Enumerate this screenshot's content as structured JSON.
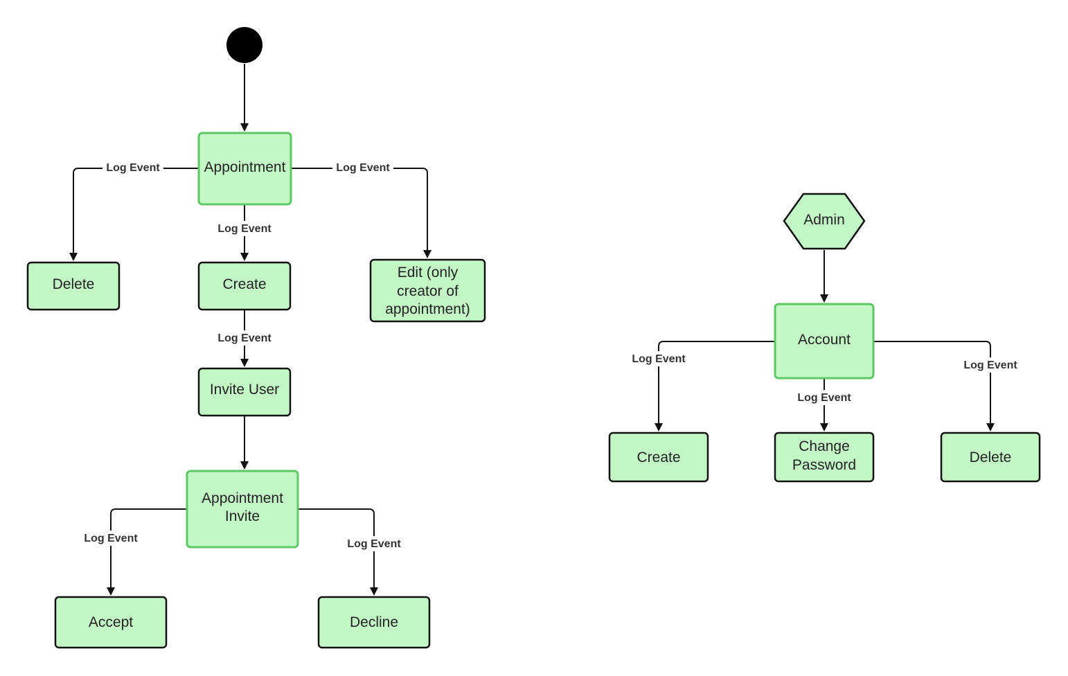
{
  "colors": {
    "node_fill": "#c3f7c6",
    "green_border": "#5cc763",
    "dark_border": "#111111",
    "line": "#111111"
  },
  "appointment_flow": {
    "start_icon": "filled-circle-initial-state",
    "appointment": "Appointment",
    "delete": "Delete",
    "create": "Create",
    "edit": [
      "Edit (only",
      "creator of",
      "appointment)"
    ],
    "invite_user": "Invite User",
    "appointment_invite": [
      "Appointment",
      "Invite"
    ],
    "accept": "Accept",
    "decline": "Decline",
    "edge_labels": {
      "to_delete": "Log Event",
      "to_create": "Log Event",
      "to_edit": "Log Event",
      "to_invite_user": "Log Event",
      "to_accept": "Log Event",
      "to_decline": "Log Event"
    }
  },
  "admin_flow": {
    "admin": "Admin",
    "account": "Account",
    "create": "Create",
    "change_password": [
      "Change",
      "Password"
    ],
    "delete": "Delete",
    "edge_labels": {
      "to_create": "Log Event",
      "to_change_password": "Log Event",
      "to_delete": "Log Event"
    }
  }
}
